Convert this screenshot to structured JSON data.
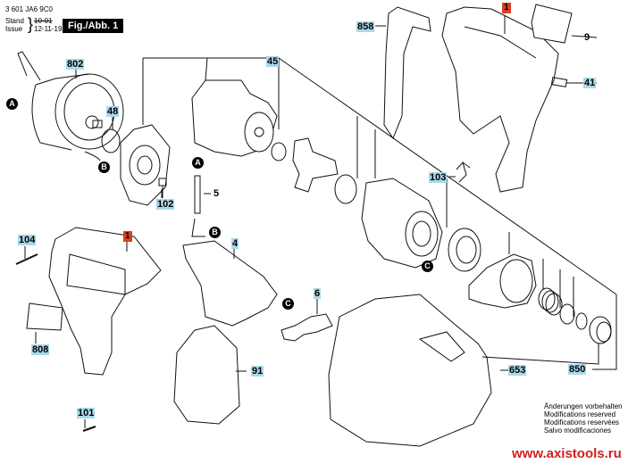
{
  "header": {
    "document_number": "3 601 JA6 9C0",
    "stand_label": "Stand",
    "issue_label": "Issue",
    "stand_value": "10-01",
    "issue_value": "12-11-19",
    "figure_label": "Fig./Abb. 1"
  },
  "colors": {
    "label_bg": "#a9d8ea",
    "highlight_label_bg": "#d9401f",
    "website_text": "#d0201d"
  },
  "part_labels": [
    {
      "id": "p802",
      "text": "802"
    },
    {
      "id": "p48",
      "text": "48"
    },
    {
      "id": "p45",
      "text": "45"
    },
    {
      "id": "p102",
      "text": "102"
    },
    {
      "id": "p5",
      "text": "5"
    },
    {
      "id": "p858",
      "text": "858"
    },
    {
      "id": "p1top",
      "text": "1"
    },
    {
      "id": "p9",
      "text": "9"
    },
    {
      "id": "p41",
      "text": "41"
    },
    {
      "id": "p103",
      "text": "103"
    },
    {
      "id": "p104",
      "text": "104"
    },
    {
      "id": "p1left",
      "text": "1"
    },
    {
      "id": "p808",
      "text": "808"
    },
    {
      "id": "p101",
      "text": "101"
    },
    {
      "id": "p4",
      "text": "4"
    },
    {
      "id": "p6",
      "text": "6"
    },
    {
      "id": "p91",
      "text": "91"
    },
    {
      "id": "p653",
      "text": "653"
    },
    {
      "id": "p850",
      "text": "850"
    }
  ],
  "connection_markers": [
    {
      "id": "mA1",
      "text": "A"
    },
    {
      "id": "mB1",
      "text": "B"
    },
    {
      "id": "mA2",
      "text": "A"
    },
    {
      "id": "mB2",
      "text": "B"
    },
    {
      "id": "mC1",
      "text": "C"
    },
    {
      "id": "mC2",
      "text": "C"
    }
  ],
  "footer": {
    "notes": [
      "Änderungen vorbehalten",
      "Modifications reserved",
      "Modifications reservées",
      "Salvo modificaciones"
    ],
    "website": "www.axistools.ru"
  }
}
